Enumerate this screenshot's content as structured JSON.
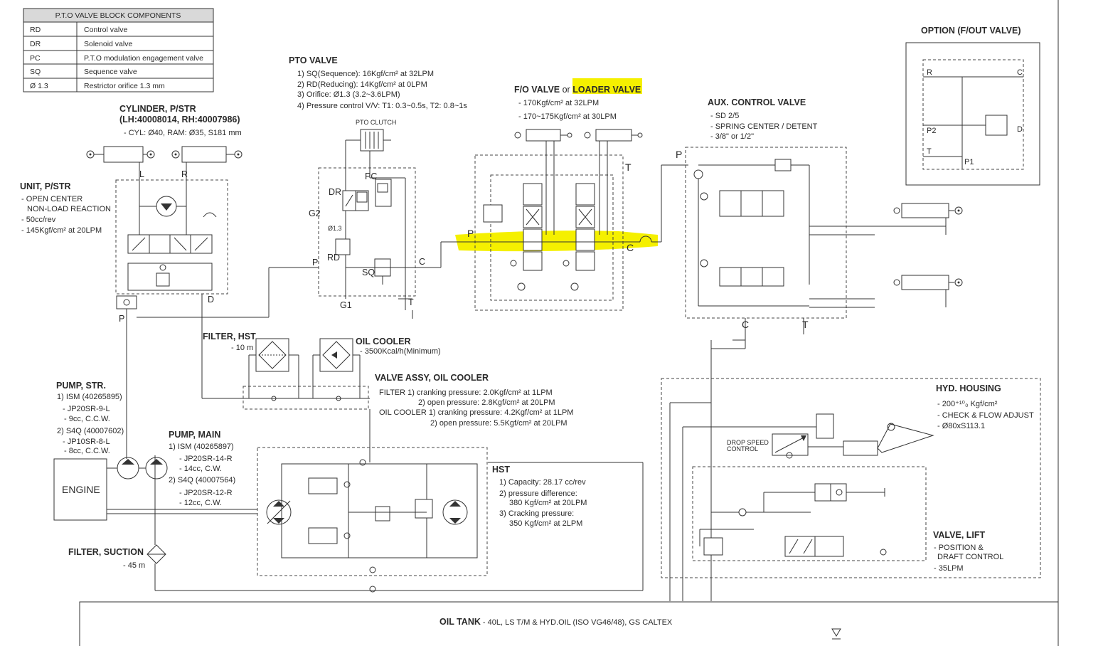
{
  "components_table": {
    "title": "P.T.O VALVE BLOCK COMPONENTS",
    "rows": [
      {
        "code": "RD",
        "desc": "Control valve"
      },
      {
        "code": "DR",
        "desc": "Solenoid valve"
      },
      {
        "code": "PC",
        "desc": "P.T.O modulation engagement valve"
      },
      {
        "code": "SQ",
        "desc": "Sequence valve"
      },
      {
        "code": "Ø 1.3",
        "desc": "Restrictor orifice 1.3 mm"
      }
    ]
  },
  "cylinder_pstr": {
    "title": "CYLINDER, P/STR",
    "sub": "(LH:40008014, RH:40007986)",
    "spec": "- CYL: Ø40, RAM: Ø35, S181 mm"
  },
  "unit_pstr": {
    "title": "UNIT, P/STR",
    "lines": [
      "- OPEN CENTER",
      "NON-LOAD REACTION",
      "- 50cc/rev",
      "- 145Kgf/cm² at 20LPM"
    ]
  },
  "pto_valve": {
    "title": "PTO VALVE",
    "lines": [
      "1) SQ(Sequence): 16Kgf/cm² at 32LPM",
      "2) RD(Reducing): 14Kgf/cm² at  0LPM",
      "3) Orifice: Ø1.3 (3.2~3.6LPM)",
      "4) Pressure control V/V: T1: 0.3~0.5s, T2: 0.8~1s"
    ],
    "clutch": "PTO CLUTCH"
  },
  "fo_valve": {
    "title_a": "F/O VALVE ",
    "title_or": "or ",
    "title_b": "LOADER VALVE",
    "lines": [
      "- 170Kgf/cm² at 32LPM",
      "- 170~175Kgf/cm² at 30LPM"
    ]
  },
  "aux_valve": {
    "title": "AUX. CONTROL VALVE",
    "lines": [
      "- SD 2/5",
      "- SPRING CENTER / DETENT",
      "- 3/8\" or 1/2\""
    ]
  },
  "option": {
    "title": "OPTION (F/OUT VALVE)",
    "ports": [
      "R",
      "C",
      "P2",
      "D",
      "T",
      "P1"
    ]
  },
  "filter_hst": {
    "title": "FILTER, HST",
    "spec": "- 10  m"
  },
  "oil_cooler": {
    "title": "OIL COOLER",
    "spec": "- 3500Kcal/h(Minimum)"
  },
  "valve_assy": {
    "title": "VALVE ASSY, OIL COOLER",
    "lines": [
      "FILTER 1) cranking pressure: 2.0Kgf/cm² at  1LPM",
      "2) open pressure: 2.8Kgf/cm² at 20LPM",
      "OIL COOLER 1) cranking pressure: 4.2Kgf/cm² at  1LPM",
      "2) open pressure: 5.5Kgf/cm² at 20LPM"
    ]
  },
  "pump_str": {
    "title": "PUMP, STR.",
    "lines": [
      "1) ISM (40265895)",
      "- JP20SR-9-L",
      "- 9cc, C.C.W.",
      "2) S4Q (40007602)",
      "- JP10SR-8-L",
      "- 8cc, C.C.W."
    ]
  },
  "pump_main": {
    "title": "PUMP, MAIN",
    "lines": [
      "1) ISM (40265897)",
      "- JP20SR-14-R",
      "- 14cc, C.W.",
      "2) S4Q (40007564)",
      "- JP20SR-12-R",
      "- 12cc, C.W."
    ]
  },
  "engine": "ENGINE",
  "hst": {
    "title": "HST",
    "lines": [
      "1) Capacity: 28.17 cc/rev",
      "2) pressure difference:",
      "380 Kgf/cm² at 20LPM",
      "3) Cracking pressure:",
      "350 Kgf/cm² at  2LPM"
    ]
  },
  "filter_suction": {
    "title": "FILTER, SUCTION",
    "spec": "- 45  m"
  },
  "hyd_housing": {
    "title": "HYD. HOUSING",
    "lines": [
      "- 200⁺¹⁰₀ Kgf/cm²",
      "- CHECK & FLOW ADJUST",
      "- Ø80xS113.1"
    ],
    "drop_speed": [
      "DROP SPEED",
      "CONTROL"
    ]
  },
  "valve_lift": {
    "title": "VALVE, LIFT",
    "lines": [
      "- POSITION &",
      "DRAFT CONTROL",
      "- 35LPM"
    ]
  },
  "oil_tank": {
    "title": "OIL TANK",
    "spec": " - 40L, LS T/M & HYD.OIL (ISO VG46/48), GS CALTEX"
  },
  "ports": {
    "L": "L",
    "R": "R",
    "D": "D",
    "P": "P",
    "PC": "PC",
    "DR": "DR",
    "G2": "G2",
    "orifice": "Ø1.3",
    "RD": "RD",
    "SQ": "SQ",
    "C": "C",
    "T": "T",
    "G1": "G1"
  },
  "highlight_color": "#f5f000"
}
